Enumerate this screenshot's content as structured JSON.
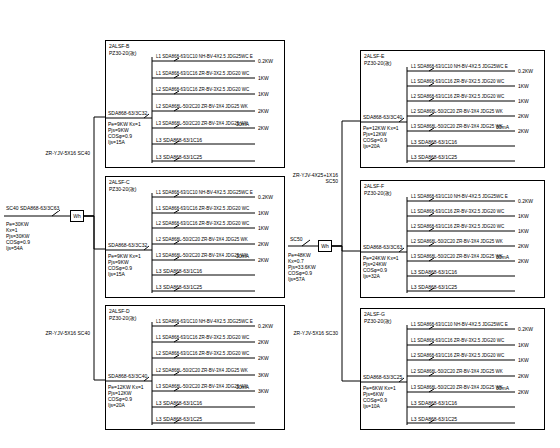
{
  "diagram": {
    "nodes": [
      {
        "text": [
          "2ALSF-B",
          "PZ30-20(改)",
          "SDA868-63/3C32",
          "Pe=9KW Kx=1 Pjs=9KW COSφ=0.9 Ijs=15A",
          "L1 SDA868-63/1C10 NH-BV-4X2.5 JDG25WC E",
          "L1 SDA868-63/1C16 ZR-BV-3X2.5 JDG20 WC",
          "L2 SDA868-63/1C16 ZR-BV-3X2.5 JDG20 WC",
          "L2 SDA868L-50/2C20 ZR-BV-3X4 JDG25 WK",
          "L3 SDA868L-50/2C20 ZR-BV-3X4 JDG25 WK",
          "L3 SDA868-63/1C16",
          "L3 SDA868-63/1C25",
          "0.2KW",
          "1KW",
          "1KW",
          "2KW",
          "2KW",
          "30mA"
        ]
      },
      {
        "text": [
          "2ALSF-C",
          "PZ30-20(改)",
          "SDA868-63/3C32",
          "Pe=9KW Kx=1 Pjs=9KW COSφ=0.9 Ijs=15A",
          "L1 SDA868-63/1C10 NH-BV-4X2.5 JDG25WC E",
          "L1 SDA868-63/1C16 ZR-BV-3X2.5 JDG20 WC",
          "L2 SDA868-63/1C16 ZR-BV-3X2.5 JDG20 WC",
          "L2 SDA868L-50/2C20 ZR-BV-3X4 JDG25 WK",
          "L3 SDA868L-50/2C20 ZR-BV-3X4 JDG25 WK",
          "L3 SDA868-63/1C16",
          "L3 SDA868-63/1C25",
          "0.2KW",
          "1KW",
          "1KW",
          "2KW",
          "2KW",
          "30mA"
        ]
      },
      {
        "text": [
          "2ALSF-D",
          "PZ30-20(改)",
          "SDA868-63/3C40",
          "Pe=12KW Kx=1 Pjs=12KW COSφ=0.9 Ijs=20A",
          "L1 SDA868-63/1C10 NH-BV-4X2.5 JDG25WC E",
          "L1 SDA868-63/1C16 ZR-BV-3X2.5 JDG20 WC",
          "L2 SDA868-63/1C16 ZR-BV-3X2.5 JDG20 WC",
          "L2 SDA868L-50/2C20 ZR-BV-3X4 JDG25 WK",
          "L3 SDA868L-50/2C20 ZR-BV-3X4 JDG25 WK",
          "L3 SDA868-63/1C16",
          "L3 SDA868-63/1C25",
          "0.2KW",
          "2KW",
          "2KW",
          "3KW",
          "3KW",
          "30mA"
        ]
      },
      {
        "text": [
          "2ALSF-E",
          "PZ30-20(改)",
          "SDA868-63/3C40",
          "Pe=12KW Kx=1 Pjs=12KW COSφ=0.9 Ijs=20A",
          "L1 SDA868-63/1C10 NH-BV-4X2.5 JDG25WC E",
          "L1 SDA868-63/1C16 ZR-BV-3X2.5 JDG20 WC",
          "L2 SDA868-63/1C16 ZR-BV-3X2.5 JDG20 WC",
          "L2 SDA868L-50/2C20 ZR-BV-3X4 JDG25 WK",
          "L3 SDA868L-50/2C20 ZR-BV-3X4 JDG25 WK",
          "L3 SDA868-63/1C16",
          "L3 SDA868-63/1C25",
          "0.2KW",
          "1KW",
          "1KW",
          "2KW",
          "2KW",
          "30mA"
        ]
      },
      {
        "text": [
          "2ALSF-F",
          "PZ30-20(改)",
          "SDA868-63/3C63",
          "Pe=24KW Kx=1 Pjs=24KW COSφ=0.9 Ijs=32A",
          "L1 SDA868-63/1C10 NH-BV-4X2.5 JDG25WC E",
          "L1 SDA868-63/1C16 ZR-BV-3X2.5 JDG20 WC",
          "L2 SDA868-63/1C16 ZR-BV-3X2.5 JDG20 WC",
          "L2 SDA868L-50/2C20 ZR-BV-3X4 JDG25 WK",
          "L3 SDA868L-50/2C20 ZR-BV-3X4 JDG25 WK",
          "L3 SDA868-63/1C16",
          "L3 SDA868-63/1C25",
          "0.2KW",
          "1KW",
          "1KW",
          "2KW",
          "2KW",
          "30mA"
        ]
      },
      {
        "text": [
          "2ALSF-G",
          "PZ30-20(改)",
          "SDA868-63/3C25",
          "Pe=6KW Kx=1 Pjs=6KW COSφ=0.9 Ijs=10A",
          "L1 SDA868-63/1C10 NH-BV-4X2.5 JDG25WC E",
          "L1 SDA868-63/1C16 ZR-BV-3X2.5 JDG20 WC",
          "L2 SDA868-63/1C16 ZR-BV-3X2.5 JDG20 WC",
          "L2 SDA868L-50/2C20 ZR-BV-3X4 JDG25 WK",
          "L3 SDA868L-50/2C20 ZR-BV-3X4 JDG25 WK",
          "L3 SDA868-63/1C16",
          "L3 SDA868-63/1C25",
          "0.2KW",
          "1KW",
          "1KW",
          "2KW",
          "2KW",
          "30mA"
        ]
      },
      {
        "text": [
          "Wh"
        ]
      },
      {
        "text": [
          "Wh"
        ]
      }
    ],
    "edges": [
      {
        "from": 6,
        "to": 0,
        "arrow": "none",
        "label": "ZR-YJV-5X16 SC40"
      },
      {
        "from": 6,
        "to": 1,
        "arrow": "none"
      },
      {
        "from": 6,
        "to": 2,
        "arrow": "none",
        "label": "ZR-YJV-5X16 SC40"
      },
      {
        "from": 7,
        "to": 3,
        "arrow": "none",
        "label": "ZR-YJV-4X25+1X16 SC50"
      },
      {
        "from": 7,
        "to": 4,
        "arrow": "none"
      },
      {
        "from": 7,
        "to": 5,
        "arrow": "none",
        "label": "ZR-YJV-5X16 SC30"
      }
    ],
    "labels": [
      "SC40",
      "SDA868-63/3C63",
      "Pe=30KW Kx=1 Pjs=30KW COSφ=0.9 Ijs=54A",
      "SC50",
      "Pe=48KW Kx=0.7 Pjs=33.6KW COSφ=0.9 Ijs=57A"
    ]
  }
}
